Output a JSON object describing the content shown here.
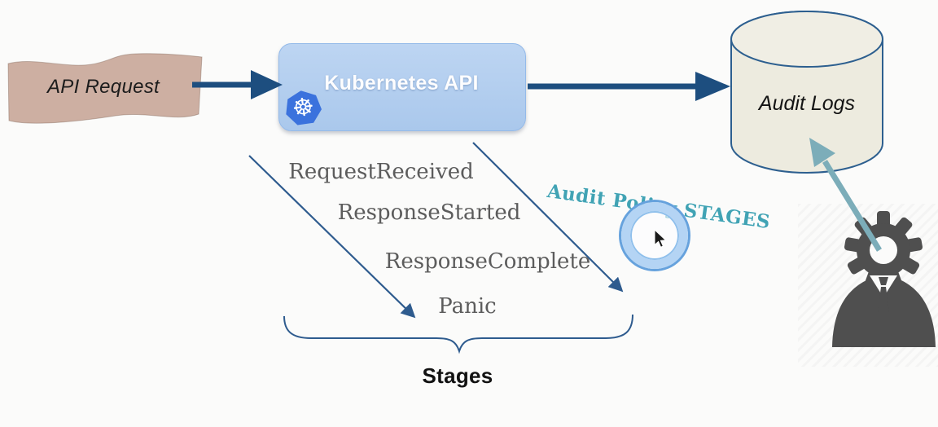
{
  "nodes": {
    "api_request": {
      "label": "API Request"
    },
    "kubernetes_api": {
      "label": "Kubernetes API"
    },
    "audit_logs": {
      "label": "Audit Logs"
    }
  },
  "stages": {
    "items": [
      "RequestReceived",
      "ResponseStarted",
      "ResponseComplete",
      "Panic"
    ],
    "group_label": "Stages"
  },
  "annotation": {
    "label": "Audit Policy STAGES"
  },
  "icons": {
    "kubernetes_glyph": "☸",
    "kubernetes_logo": "kubernetes-helm-wheel",
    "admin": "admin-person-with-gear-head",
    "cursor": "mouse-pointer",
    "highlight": "click-highlight-ring"
  },
  "colors": {
    "background": "#fbfbfa",
    "flow_arrow_navy": "#1d4e7f",
    "thin_line_navy": "#2e5b8e",
    "banner_fill": "#cdafa2",
    "k8s_box_fill": "#aecbee",
    "k8s_logo_blue": "#3b72dd",
    "cylinder_fill": "#edebdf",
    "stage_text_gray": "#5c5c5c",
    "annotation_teal": "#41a3b4",
    "teal_arrow": "#7cadb9",
    "highlight_ring_blue": "#b4d4f4",
    "person_gray": "#4f4f4f"
  }
}
